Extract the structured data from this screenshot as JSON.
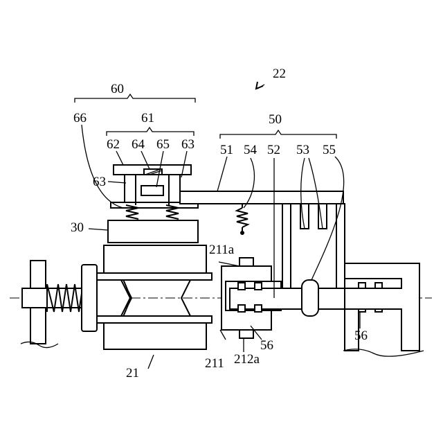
{
  "figure": {
    "labels": {
      "l22": "22",
      "l60": "60",
      "l66": "66",
      "l61": "61",
      "l62": "62",
      "l64": "64",
      "l65": "65",
      "l63a": "63",
      "l63b": "63",
      "l50": "50",
      "l51": "51",
      "l54": "54",
      "l52": "52",
      "l53": "53",
      "l55": "55",
      "l30": "30",
      "l211a": "211a",
      "l21": "21",
      "l211": "211",
      "l212a": "212a",
      "l56a": "56",
      "l56b": "56"
    }
  }
}
